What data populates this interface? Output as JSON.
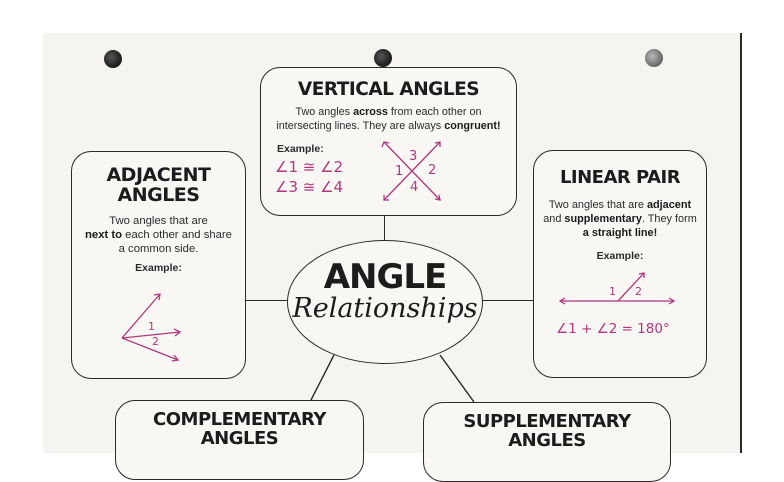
{
  "center": {
    "title": "ANGLE",
    "subtitle": "Relationships"
  },
  "vertical": {
    "title": "VERTICAL ANGLES",
    "desc_1": "Two angles ",
    "desc_b1": "across",
    "desc_2": " from each other on intersecting lines.  They are always ",
    "desc_b2": "congruent!",
    "example_label": "Example:",
    "eq1": "∠1 ≅ ∠2",
    "eq2": "∠3 ≅ ∠4",
    "n1": "1",
    "n2": "2",
    "n3": "3",
    "n4": "4"
  },
  "adjacent": {
    "title_1": "ADJACENT",
    "title_2": "ANGLES",
    "desc_1": "Two angles that are",
    "desc_b1": "next to",
    "desc_2": " each other and share a common side.",
    "example_label": "Example:",
    "n1": "1",
    "n2": "2"
  },
  "linear": {
    "title": "LINEAR PAIR",
    "desc_1": "Two angles that are ",
    "desc_b1": "adjacent",
    "desc_2": " and ",
    "desc_b2": "supplementary",
    "desc_3": ". They form ",
    "desc_b3": "a straight line!",
    "example_label": "Example:",
    "n1": "1",
    "n2": "2",
    "eq": "∠1 + ∠2 = 180°"
  },
  "complementary": {
    "title_1": "COMPLEMENTARY",
    "title_2": "ANGLES"
  },
  "supplementary": {
    "title_1": "SUPPLEMENTARY",
    "title_2": "ANGLES"
  },
  "colors": {
    "ink": "#1f1f1f",
    "handwriting": "#b0377d",
    "paper": "#f5f4f1"
  }
}
